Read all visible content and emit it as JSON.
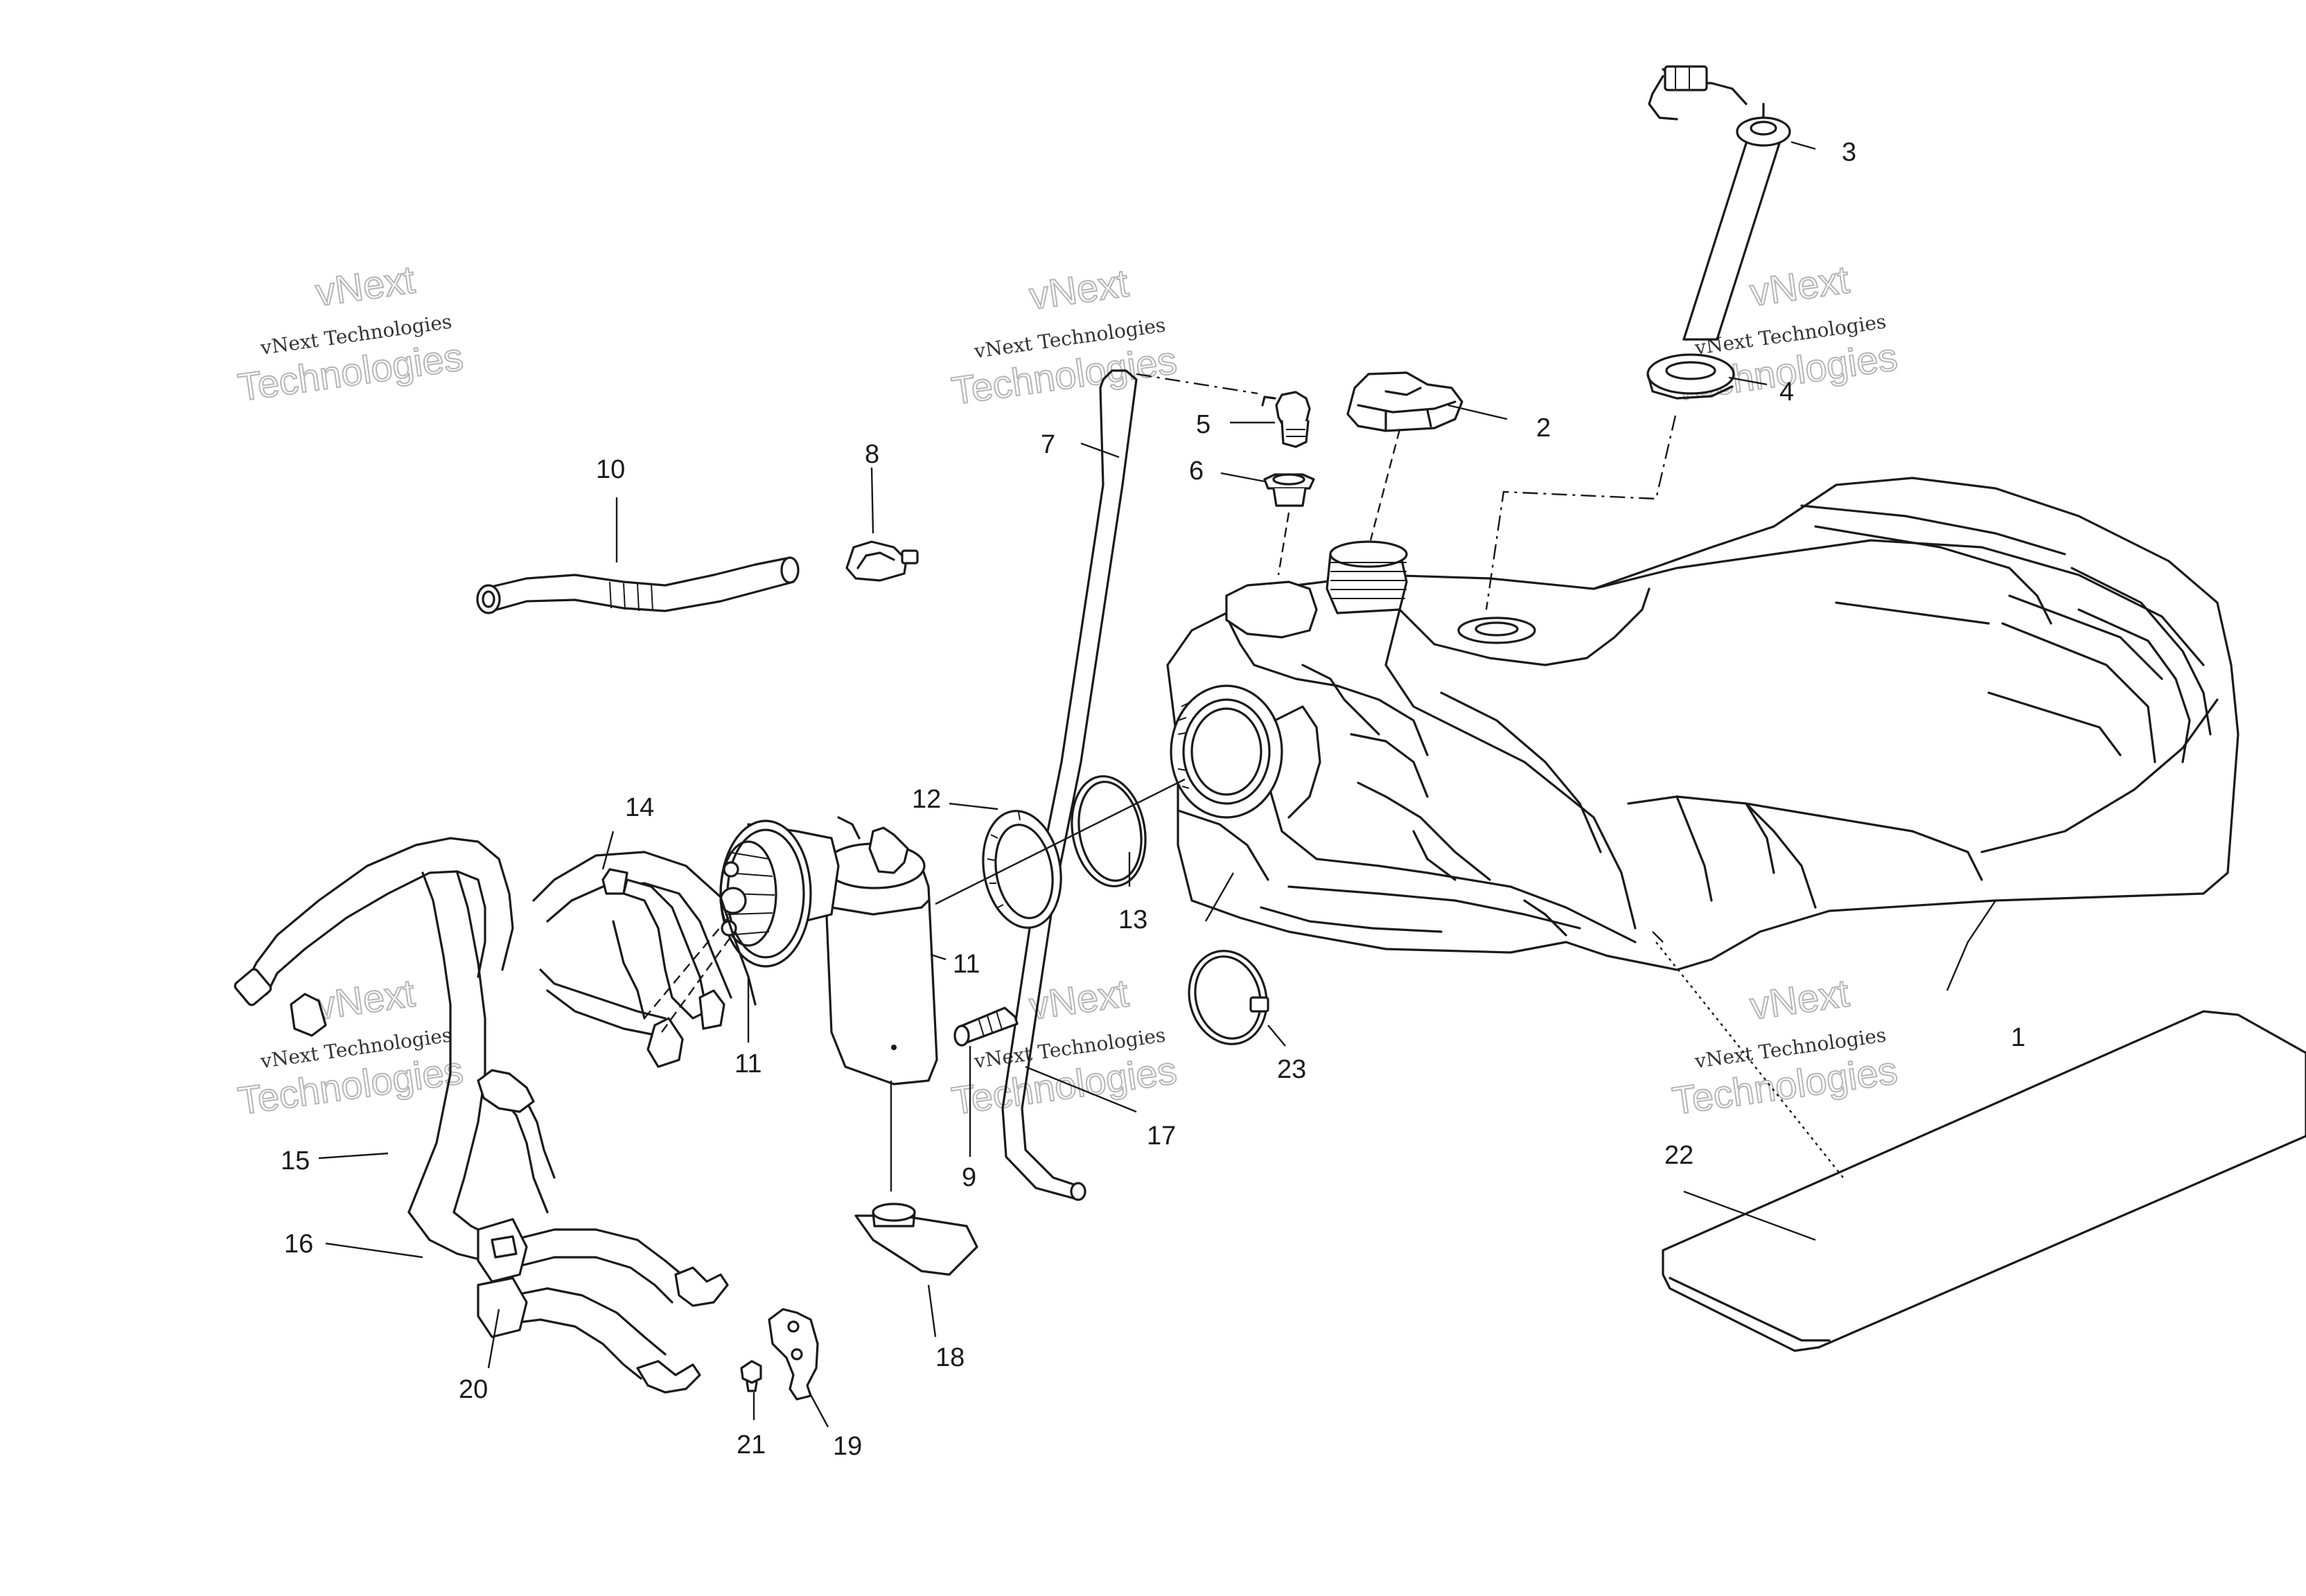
{
  "watermark": {
    "line1": "vNext",
    "line2": "vNext Technologies",
    "line3": "Technologies"
  },
  "callouts": [
    "1",
    "2",
    "3",
    "4",
    "5",
    "6",
    "7",
    "8",
    "9",
    "10",
    "11",
    "11",
    "12",
    "13",
    "14",
    "15",
    "16",
    "17",
    "18",
    "19",
    "20",
    "21",
    "22",
    "23"
  ]
}
